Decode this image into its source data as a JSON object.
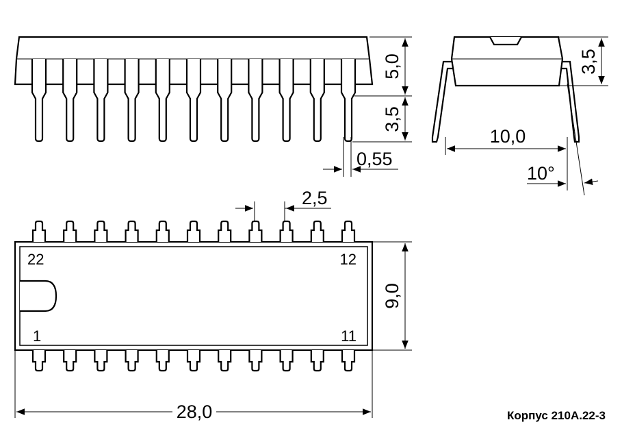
{
  "drawing": {
    "caption": "Корпус 210А.22-3",
    "pin_count": 22,
    "side_view": {
      "body_height": "5,0",
      "lead_length": "3,5",
      "lead_width": "0,55"
    },
    "end_view": {
      "body_height": "3,5",
      "row_spacing": "10,0",
      "lead_angle": "10°"
    },
    "top_view": {
      "pitch": "2,5",
      "width": "9,0",
      "length": "28,0",
      "pin_labels": {
        "top_left": "22",
        "top_right": "12",
        "bottom_left": "1",
        "bottom_right": "11"
      }
    }
  }
}
